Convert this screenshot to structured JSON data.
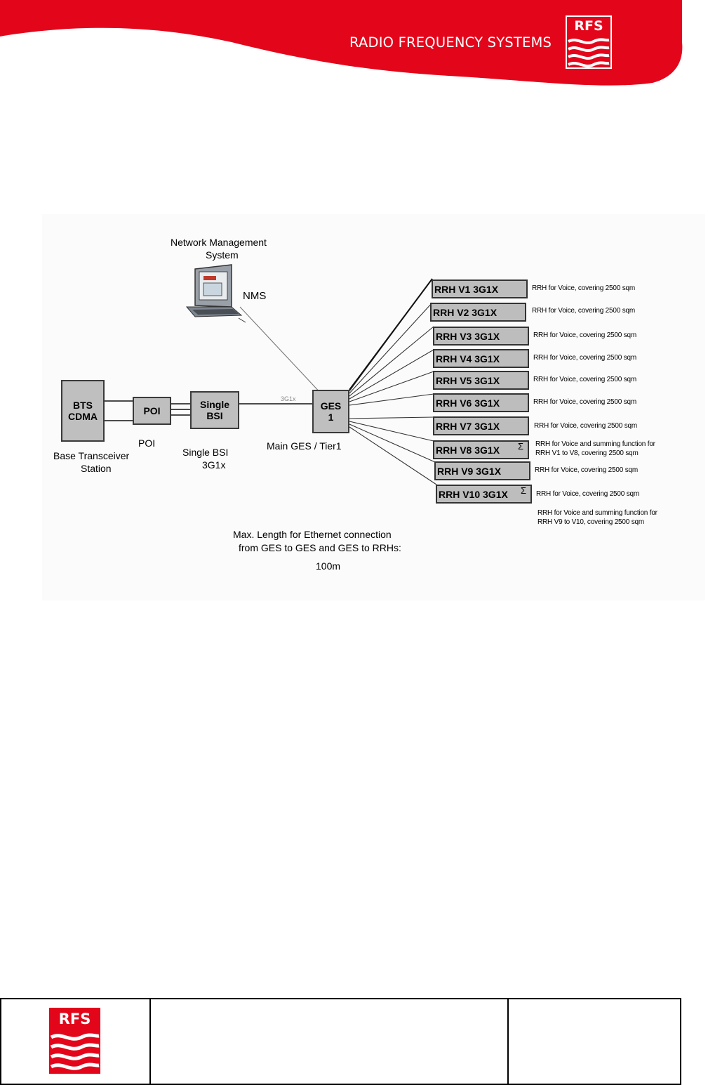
{
  "header": {
    "company_name": "RADIO FREQUENCY SYSTEMS",
    "logo_text": "RFS",
    "brand_color": "#e3061b"
  },
  "diagram": {
    "nms": {
      "title_line1": "Network Management",
      "title_line2": "System",
      "abbr": "NMS",
      "icon": "computer-workstation-icon"
    },
    "bts": {
      "line1": "BTS",
      "line2": "CDMA",
      "caption_line1": "Base Transceiver",
      "caption_line2": "Station"
    },
    "poi": {
      "label": "POI",
      "caption": "POI"
    },
    "bsi": {
      "line1": "Single",
      "line2": "BSI",
      "caption_line1": "Single BSI",
      "caption_line2": "3G1x"
    },
    "link_label": "3G1x",
    "ges": {
      "line1": "GES",
      "line2": "1",
      "caption": "Main GES / Tier1"
    },
    "sigma": "Σ",
    "rrh_units": [
      {
        "label": "RRH V1 3G1X",
        "note": "RRH for Voice, covering 2500 sqm"
      },
      {
        "label": "RRH V2 3G1X",
        "note": "RRH for Voice, covering 2500 sqm"
      },
      {
        "label": "RRH V3 3G1X",
        "note": "RRH for Voice, covering 2500 sqm"
      },
      {
        "label": "RRH V4 3G1X",
        "note": "RRH for Voice, covering 2500 sqm"
      },
      {
        "label": "RRH V5 3G1X",
        "note": "RRH for Voice, covering 2500 sqm"
      },
      {
        "label": "RRH V6 3G1X",
        "note": "RRH for Voice, covering 2500 sqm"
      },
      {
        "label": "RRH V7 3G1X",
        "note": "RRH for Voice, covering 2500 sqm"
      },
      {
        "label": "RRH V8 3G1X",
        "note_line1": "RRH for Voice and summing function for",
        "note_line2": "RRH V1 to V8, covering 2500 sqm"
      },
      {
        "label": "RRH V9 3G1X",
        "note": "RRH for Voice, covering 2500 sqm"
      },
      {
        "label": "RRH V10 3G1X",
        "note": "RRH for Voice, covering 2500 sqm",
        "extra_line1": "RRH for Voice and summing function for",
        "extra_line2": "RRH V9 to V10, covering 2500 sqm"
      }
    ],
    "max_length": {
      "line1": "Max. Length for Ethernet connection",
      "line2": "from GES to GES and GES to RRHs:",
      "line3": "100m"
    }
  },
  "footer": {
    "logo_text": "RFS"
  }
}
